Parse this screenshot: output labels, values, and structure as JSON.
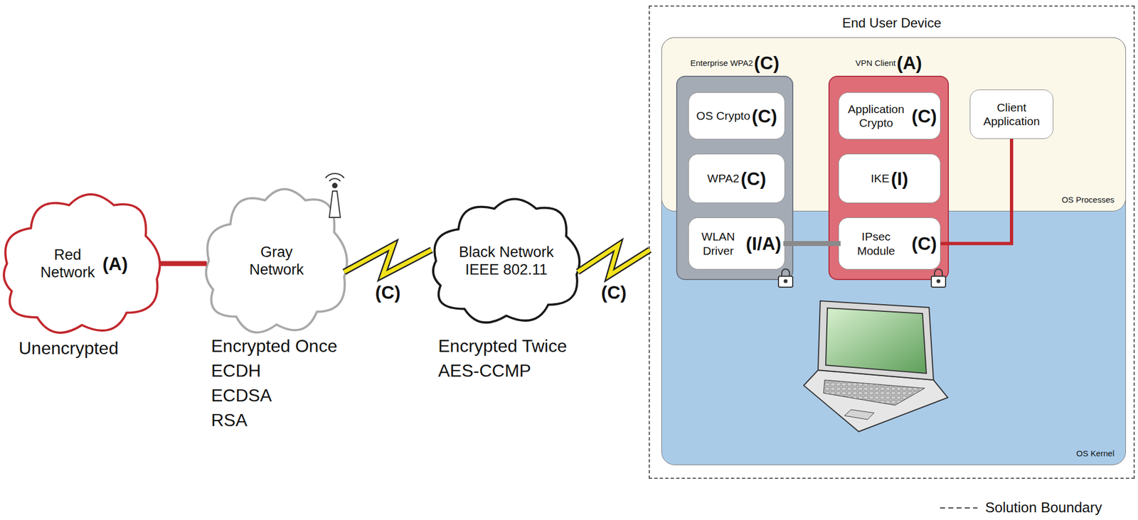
{
  "diagram": {
    "nodes": [
      {
        "text": [
          "Red Network",
          "(A)"
        ]
      },
      {
        "text": [
          "Gray Network"
        ]
      },
      {
        "text": [
          "Black Network IEEE 802.11"
        ]
      },
      {
        "text": [
          "End User Device"
        ]
      },
      {
        "text": [
          "OS Processes"
        ],
        "in": 3
      },
      {
        "text": [
          "OS Kernel"
        ],
        "in": 3
      },
      {
        "text": [
          "Enterprise WPA2",
          "(C)"
        ],
        "in": 3
      },
      {
        "text": [
          "OS Crypto",
          "(C)"
        ],
        "in": 6
      },
      {
        "text": [
          "WPA2",
          "(C)"
        ],
        "in": 6
      },
      {
        "text": [
          "WLAN Driver",
          "(I/A)"
        ],
        "in": 6
      },
      {
        "text": [
          "VPN Client",
          "(A)"
        ],
        "in": 3
      },
      {
        "text": [
          "Application Crypto",
          "(C)"
        ],
        "in": 10
      },
      {
        "text": [
          "IKE",
          "(I)"
        ],
        "in": 10
      },
      {
        "text": [
          "IPsec Module",
          "(C)"
        ],
        "in": 10
      },
      {
        "text": [
          "Client Application"
        ],
        "in": 3
      }
    ],
    "edges": [
      {
        "from": 0,
        "to": 1,
        "arrow": "none"
      },
      {
        "from": 1,
        "to": 2,
        "label": "(C)",
        "arrow": "none"
      },
      {
        "from": 2,
        "to": 3,
        "label": "(C)",
        "arrow": "none"
      },
      {
        "from": 9,
        "to": 13,
        "arrow": "none"
      },
      {
        "from": 13,
        "to": 14,
        "arrow": "none"
      }
    ],
    "labels": [
      "Unencrypted",
      "Encrypted Once",
      "ECDH",
      "ECDSA",
      "RSA",
      "Encrypted Twice",
      "AES-CCMP"
    ],
    "legend": [
      {
        "text": "Solution Boundary"
      }
    ]
  }
}
